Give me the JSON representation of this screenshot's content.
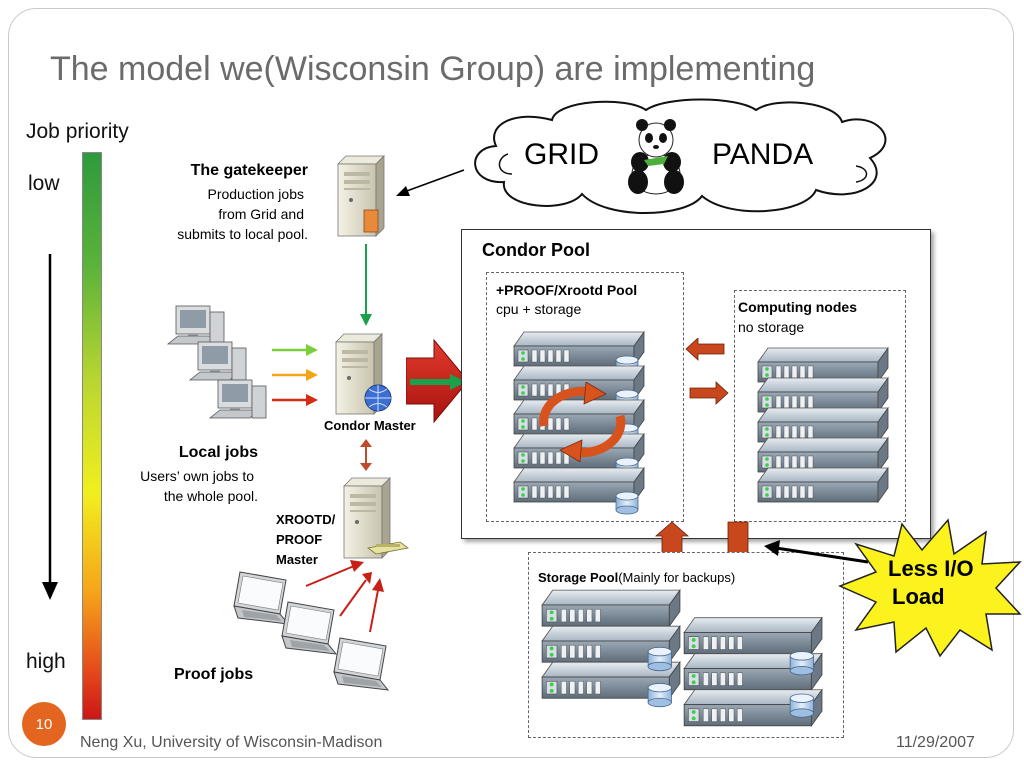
{
  "slide": {
    "title": "The model we(Wisconsin Group) are implementing",
    "page_number": "10",
    "footer_author": "Neng Xu, University of Wisconsin-Madison",
    "footer_date": "11/29/2007"
  },
  "priority_axis": {
    "title": "Job priority",
    "low_label": "low",
    "high_label": "high",
    "gradient_colors": [
      "#2e9a3c",
      "#f1ef1e",
      "#cc1616"
    ]
  },
  "cloud": {
    "left_text": "GRID",
    "right_text": "PANDA"
  },
  "gatekeeper": {
    "title": "The gatekeeper",
    "lines": [
      "Production jobs",
      "from Grid and",
      "submits to local pool."
    ]
  },
  "local_jobs": {
    "title": "Local jobs",
    "lines": [
      "Users’ own jobs to",
      "the whole pool."
    ]
  },
  "condor_master": {
    "label": "Condor Master"
  },
  "xrootd_master": {
    "lines": [
      "XROOTD/",
      "PROOF",
      "Master"
    ]
  },
  "proof_jobs": {
    "label": "Proof jobs"
  },
  "condor_pool": {
    "title": "Condor Pool",
    "proof_pool": {
      "title": "+PROOF/Xrootd Pool",
      "subtitle": "cpu + storage"
    },
    "computing_nodes": {
      "title": "Computing nodes",
      "subtitle": "no storage"
    }
  },
  "storage_pool": {
    "title": "Storage Pool",
    "note": "(Mainly for backups)"
  },
  "callout": {
    "line1": "Less I/O",
    "line2": "Load"
  },
  "colors": {
    "accent_orange": "#e4651f",
    "arrow_red": "#d42c16",
    "arrow_green": "#19a24a",
    "block_arrow": "#c8471c",
    "burst_yellow": "#fbf21e"
  }
}
